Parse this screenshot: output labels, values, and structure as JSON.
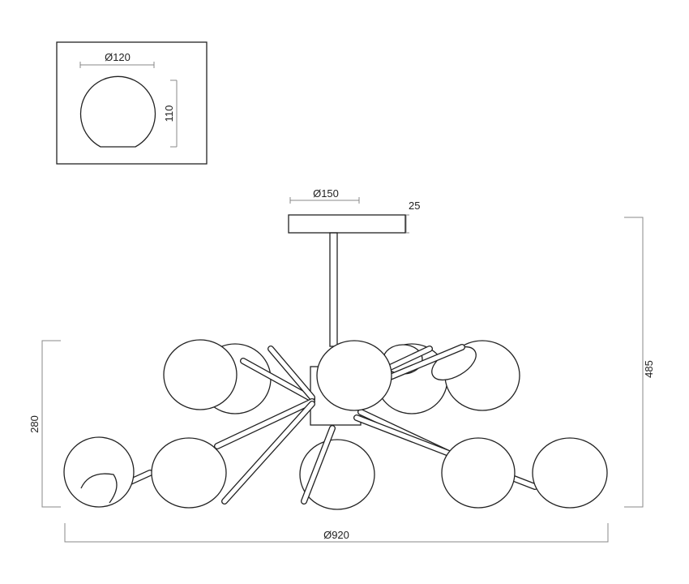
{
  "inset": {
    "diameter_label": "Ø120",
    "height_label": "110"
  },
  "main": {
    "canopy_diameter_label": "Ø150",
    "canopy_height_label": "25",
    "total_height_label": "485",
    "body_height_label": "280",
    "overall_diameter_label": "Ø920"
  }
}
